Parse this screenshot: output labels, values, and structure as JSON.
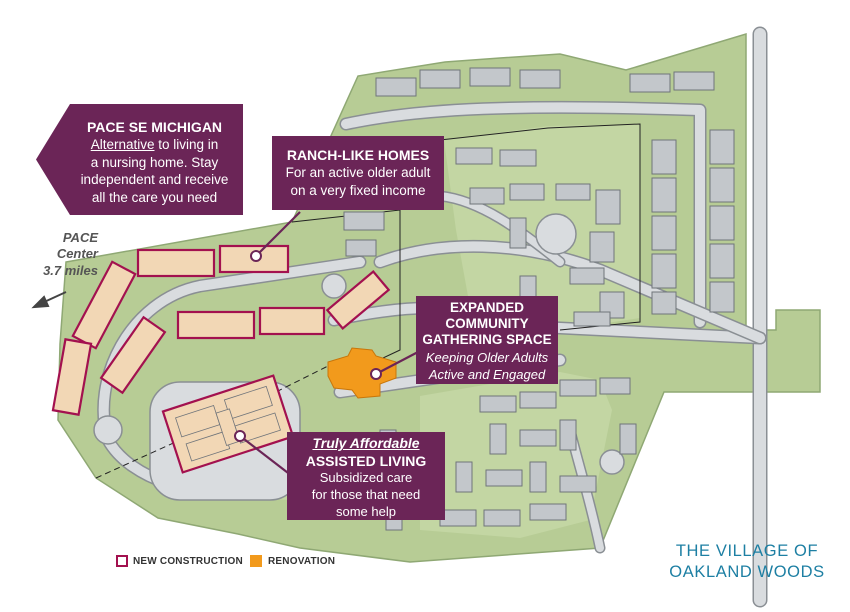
{
  "map": {
    "colors": {
      "land": "#b7cc95",
      "road": "#d9dcdf",
      "road_edge": "#8a8f94",
      "building": "#c3c7cb",
      "new_construction_fill": "#f2d7b5",
      "new_construction_outline": "#a3114f",
      "renovation": "#f29a1c",
      "callout": "#6b2557",
      "title": "#1d7fa3"
    }
  },
  "callouts": {
    "pace": {
      "title": "PACE SE MICHIGAN",
      "line1_underlined": "Alternative",
      "line1_rest": " to living in",
      "line2": "a nursing home. Stay",
      "line3": "independent and receive",
      "line4": "all the care you need"
    },
    "ranch": {
      "title": "RANCH-LIKE HOMES",
      "line1": "For an active older adult",
      "line2": "on a very fixed income"
    },
    "community": {
      "title1": "EXPANDED",
      "title2": "COMMUNITY",
      "title3": "GATHERING SPACE",
      "line1": "Keeping Older Adults",
      "line2": "Active and Engaged"
    },
    "assisted": {
      "title_italic": "Truly Affordable",
      "title": "ASSISTED LIVING",
      "line1": "Subsidized care",
      "line2": "for those that need",
      "line3": "some help"
    }
  },
  "pace_center": {
    "line1": "PACE",
    "line2": "Center",
    "line3": "3.7 miles"
  },
  "legend": {
    "new_construction": "NEW CONSTRUCTION",
    "renovation": "RENOVATION"
  },
  "title": {
    "line1": "THE VILLAGE OF",
    "line2": "OAKLAND WOODS"
  }
}
